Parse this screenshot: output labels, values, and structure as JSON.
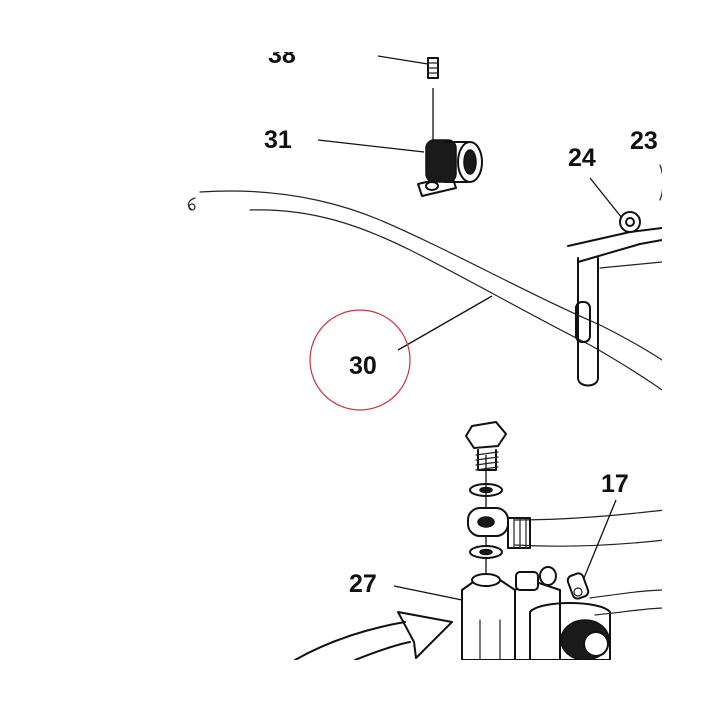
{
  "diagram": {
    "callouts": {
      "c31": "31",
      "c24": "24",
      "c23": "23",
      "c30": "30",
      "c17": "17",
      "c27": "27"
    },
    "highlight_color": "#c9343e",
    "line_color": "#111111",
    "background": "#ffffff"
  }
}
